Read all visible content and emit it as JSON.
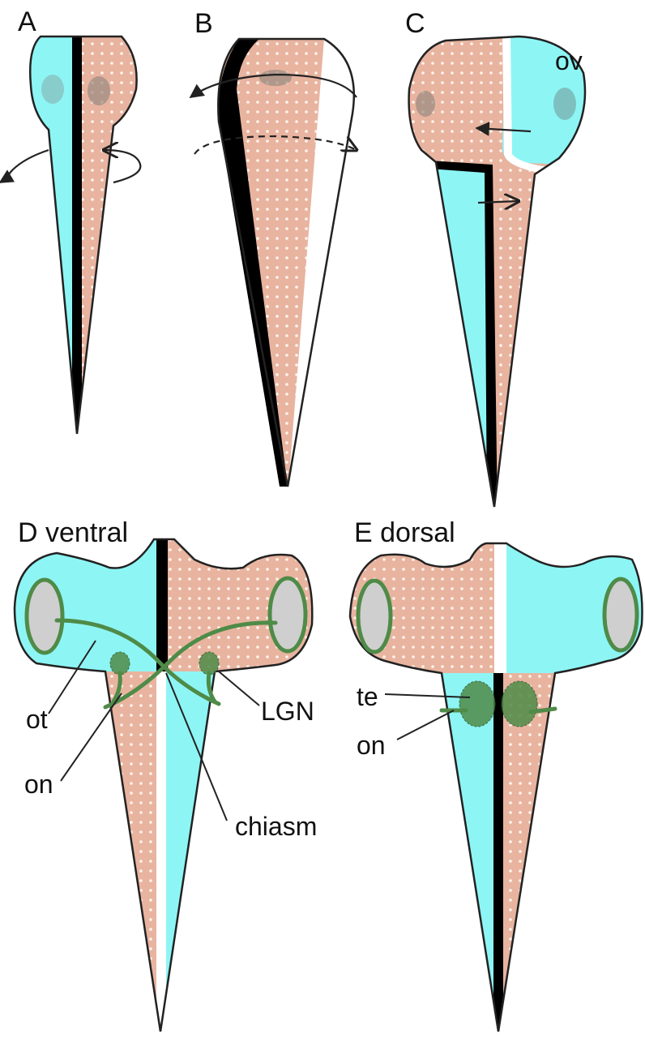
{
  "panels": {
    "a": {
      "label": "A"
    },
    "b": {
      "label": "B"
    },
    "c": {
      "label": "C",
      "ov_label": "ov"
    },
    "d": {
      "label": "D ventral",
      "ot_label": "ot",
      "on_label": "on",
      "lgn_label": "LGN",
      "chiasm_label": "chiasm"
    },
    "e": {
      "label": "E dorsal",
      "te_label": "te",
      "on_label": "on"
    }
  },
  "colors": {
    "left_half": "#8ef5f5",
    "right_half": "#e8b4a0",
    "midline": "#000000",
    "nerve": "#4f8b48",
    "eye": "#cfcfcf"
  }
}
